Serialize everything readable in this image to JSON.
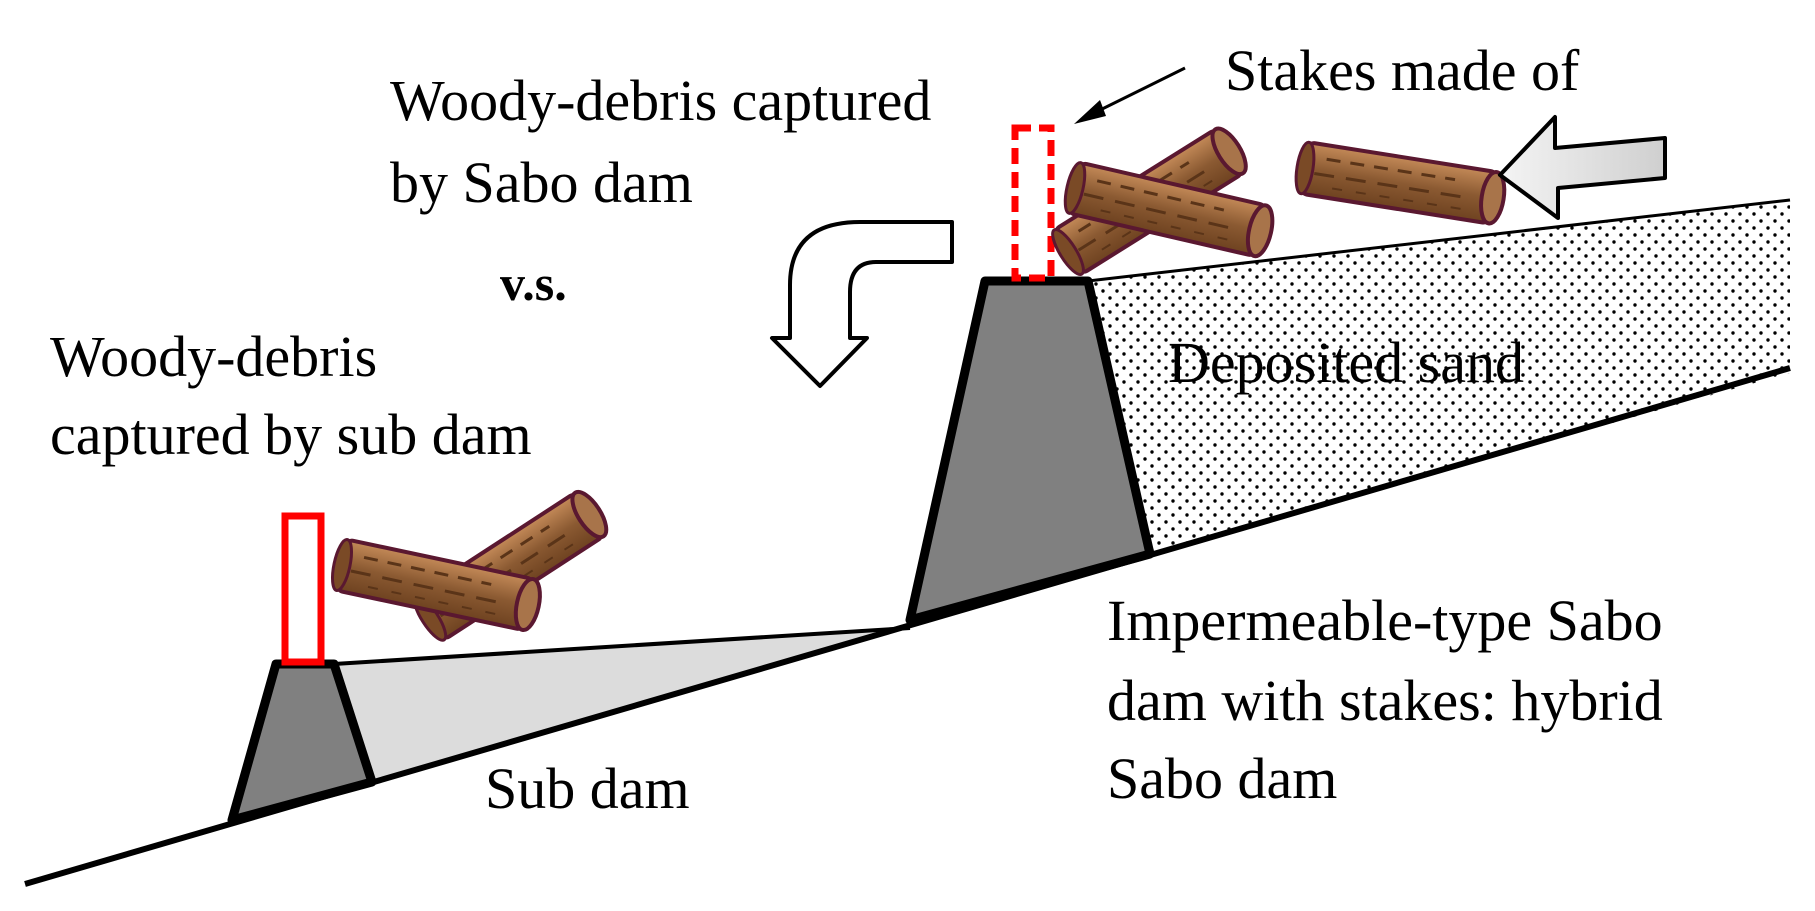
{
  "labels": {
    "woody_sabo_line1": "Woody-debris captured",
    "woody_sabo_line2": "by Sabo dam",
    "vs": "v.s.",
    "woody_sub_line1": "Woody-debris",
    "woody_sub_line2": "captured by sub dam",
    "stakes": "Stakes made of",
    "deposited_sand": "Deposited sand",
    "hybrid_line1": "Impermeable-type Sabo",
    "hybrid_line2": "dam with stakes: hybrid",
    "hybrid_line3": "Sabo dam",
    "sub_dam": "Sub dam"
  },
  "colors": {
    "ground_line": "#000000",
    "dam_fill": "#808080",
    "sub_deposit_fill": "#dcdcdc",
    "stake_outline": "#ff0000",
    "log_fill": "#8b5a32",
    "log_edge": "#5a1830",
    "flow_arrow_fill": "#e6e6e6",
    "sand_dot": "#000000"
  },
  "icons": {
    "flow_arrow": "block-arrow-left-icon",
    "overflow_arrow": "curved-arrow-down-icon",
    "pointer_arrow": "thin-arrow-icon",
    "log": "wood-log-icon",
    "stake": "stake-rectangle-icon"
  }
}
